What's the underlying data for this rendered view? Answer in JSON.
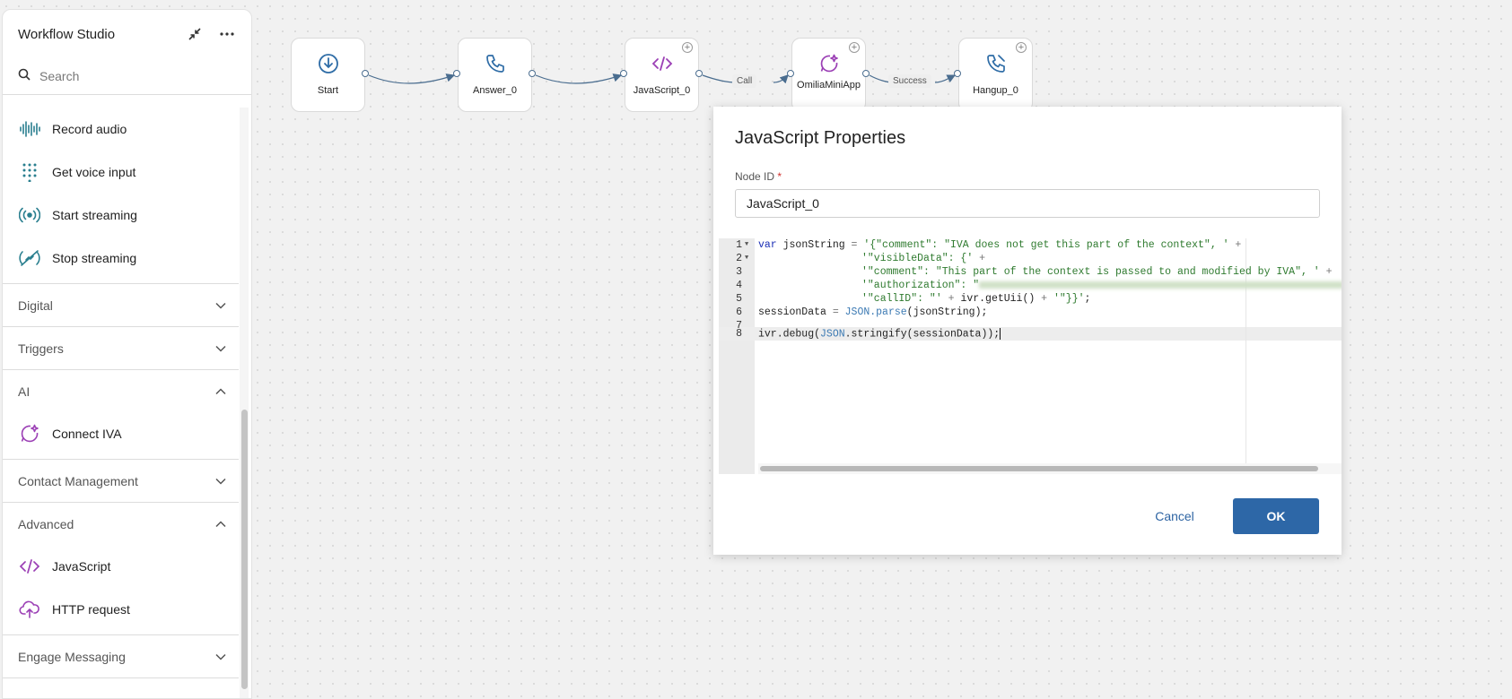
{
  "sidebar": {
    "title": "Workflow Studio",
    "search_placeholder": "Search",
    "items_top": [
      {
        "label": "Record audio",
        "icon": "waveform-icon"
      },
      {
        "label": "Get voice input",
        "icon": "keypad-icon"
      },
      {
        "label": "Start streaming",
        "icon": "broadcast-icon"
      },
      {
        "label": "Stop streaming",
        "icon": "stream-off-icon"
      }
    ],
    "sections": {
      "digital": "Digital",
      "triggers": "Triggers",
      "ai": "AI",
      "ai_items": [
        {
          "label": "Connect IVA",
          "icon": "sparkle-chat-icon"
        }
      ],
      "contact_management": "Contact Management",
      "advanced": "Advanced",
      "advanced_items": [
        {
          "label": "JavaScript",
          "icon": "code-icon"
        },
        {
          "label": "HTTP request",
          "icon": "cloud-upload-icon"
        }
      ],
      "engage_messaging": "Engage Messaging"
    }
  },
  "canvas": {
    "nodes": [
      {
        "label": "Start",
        "icon": "download-circle-icon"
      },
      {
        "label": "Answer_0",
        "icon": "phone-icon"
      },
      {
        "label": "JavaScript_0",
        "icon": "code-icon"
      },
      {
        "label": "OmiliaMiniApp",
        "icon": "sparkle-chat-icon"
      },
      {
        "label": "Hangup_0",
        "icon": "phone-hangup-icon"
      }
    ],
    "edge_labels": {
      "call": "Call",
      "success": "Success"
    }
  },
  "dialog": {
    "title": "JavaScript Properties",
    "node_id_label": "Node ID",
    "required_mark": "*",
    "node_id_value": "JavaScript_0",
    "code": {
      "line_numbers": [
        "1",
        "2",
        "3",
        "4",
        "5",
        "6",
        "7",
        "8"
      ],
      "l1_kw": "var",
      "l1_var": " jsonString ",
      "l1_eq": "=",
      "l1_str": " '{\"comment\": \"IVA does not get this part of the context\", '",
      "l1_plus": " +",
      "l2_str": "'\"visibleData\": {'",
      "l2_plus": " +",
      "l3_str": "'\"comment\": \"This part of the context is passed to and modified by IVA\", '",
      "l3_plus": " +",
      "l4_str_start": "'\"authorization\": \"",
      "l4_str_end": "\",",
      "l5_str1": "'\"callID\": \"'",
      "l5_plus1": " + ",
      "l5_mid": "ivr.getUii()",
      "l5_plus2": " + ",
      "l5_str2": "'\"}}'",
      "l5_end": ";",
      "l6_var": "sessionData ",
      "l6_eq": "=",
      "l6_obj": " JSON",
      "l6_fn": ".parse",
      "l6_end": "(jsonString);",
      "l8_start": "ivr.debug(",
      "l8_obj": "JSON",
      "l8_end": ".stringify(sessionData));"
    },
    "cancel_label": "Cancel",
    "ok_label": "OK"
  },
  "colors": {
    "primary": "#2d67a7",
    "node_icon_blue": "#2e6ca6",
    "node_icon_purple": "#9b3fb5",
    "sidebar_icon_teal": "#2a7f8f",
    "required": "#d0312d"
  }
}
